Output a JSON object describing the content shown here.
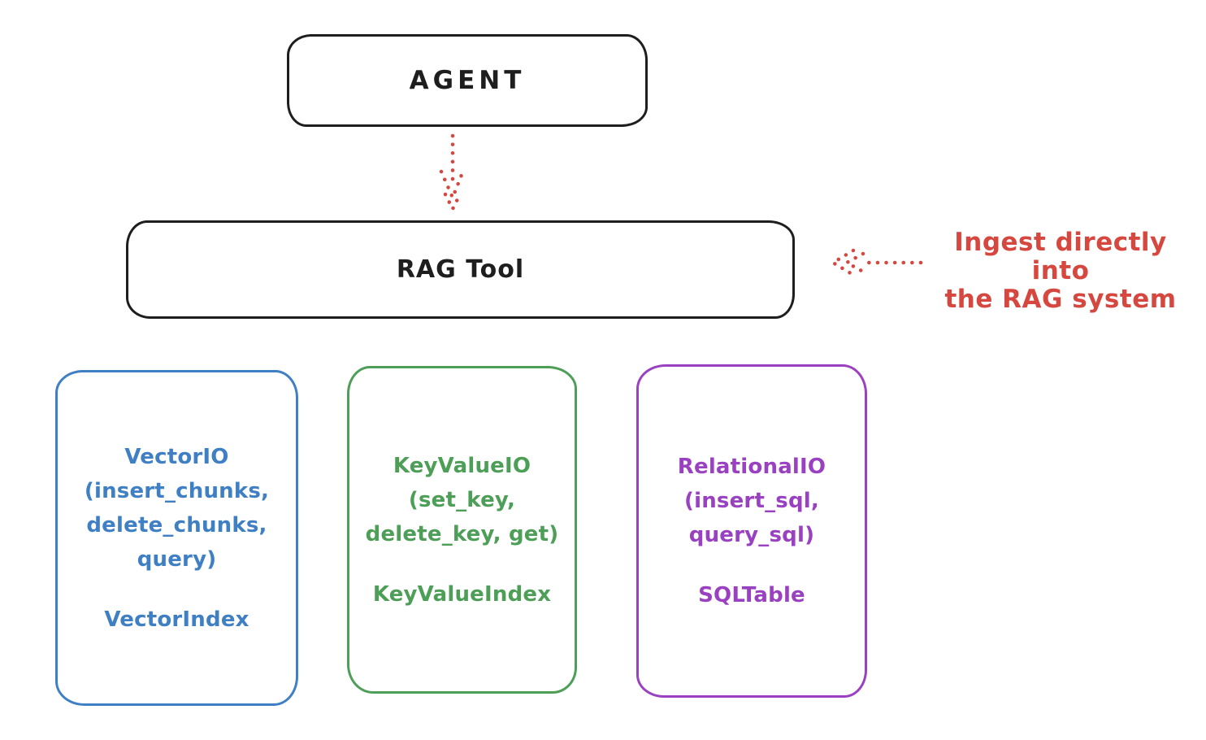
{
  "colors": {
    "black": "#1e1e1e",
    "red": "#d6483f",
    "blue": "#3f7fc4",
    "green": "#4d9e57",
    "purple": "#9a41c1"
  },
  "agent_box": {
    "label": "AGENT"
  },
  "rag_tool_box": {
    "label": "RAG Tool"
  },
  "annotation": {
    "text": "Ingest directly into\nthe RAG system"
  },
  "io_boxes": [
    {
      "id": "vector-io",
      "methods": "VectorIO\n(insert_chunks,\ndelete_chunks,\nquery)",
      "index": "VectorIndex",
      "color": "#3f7fc4"
    },
    {
      "id": "keyvalue-io",
      "methods": "KeyValueIO\n(set_key,\ndelete_key, get)",
      "index": "KeyValueIndex",
      "color": "#4d9e57"
    },
    {
      "id": "relational-io",
      "methods": "RelationalIO\n(insert_sql,\nquery_sql)",
      "index": "SQLTable",
      "color": "#9a41c1"
    }
  ]
}
